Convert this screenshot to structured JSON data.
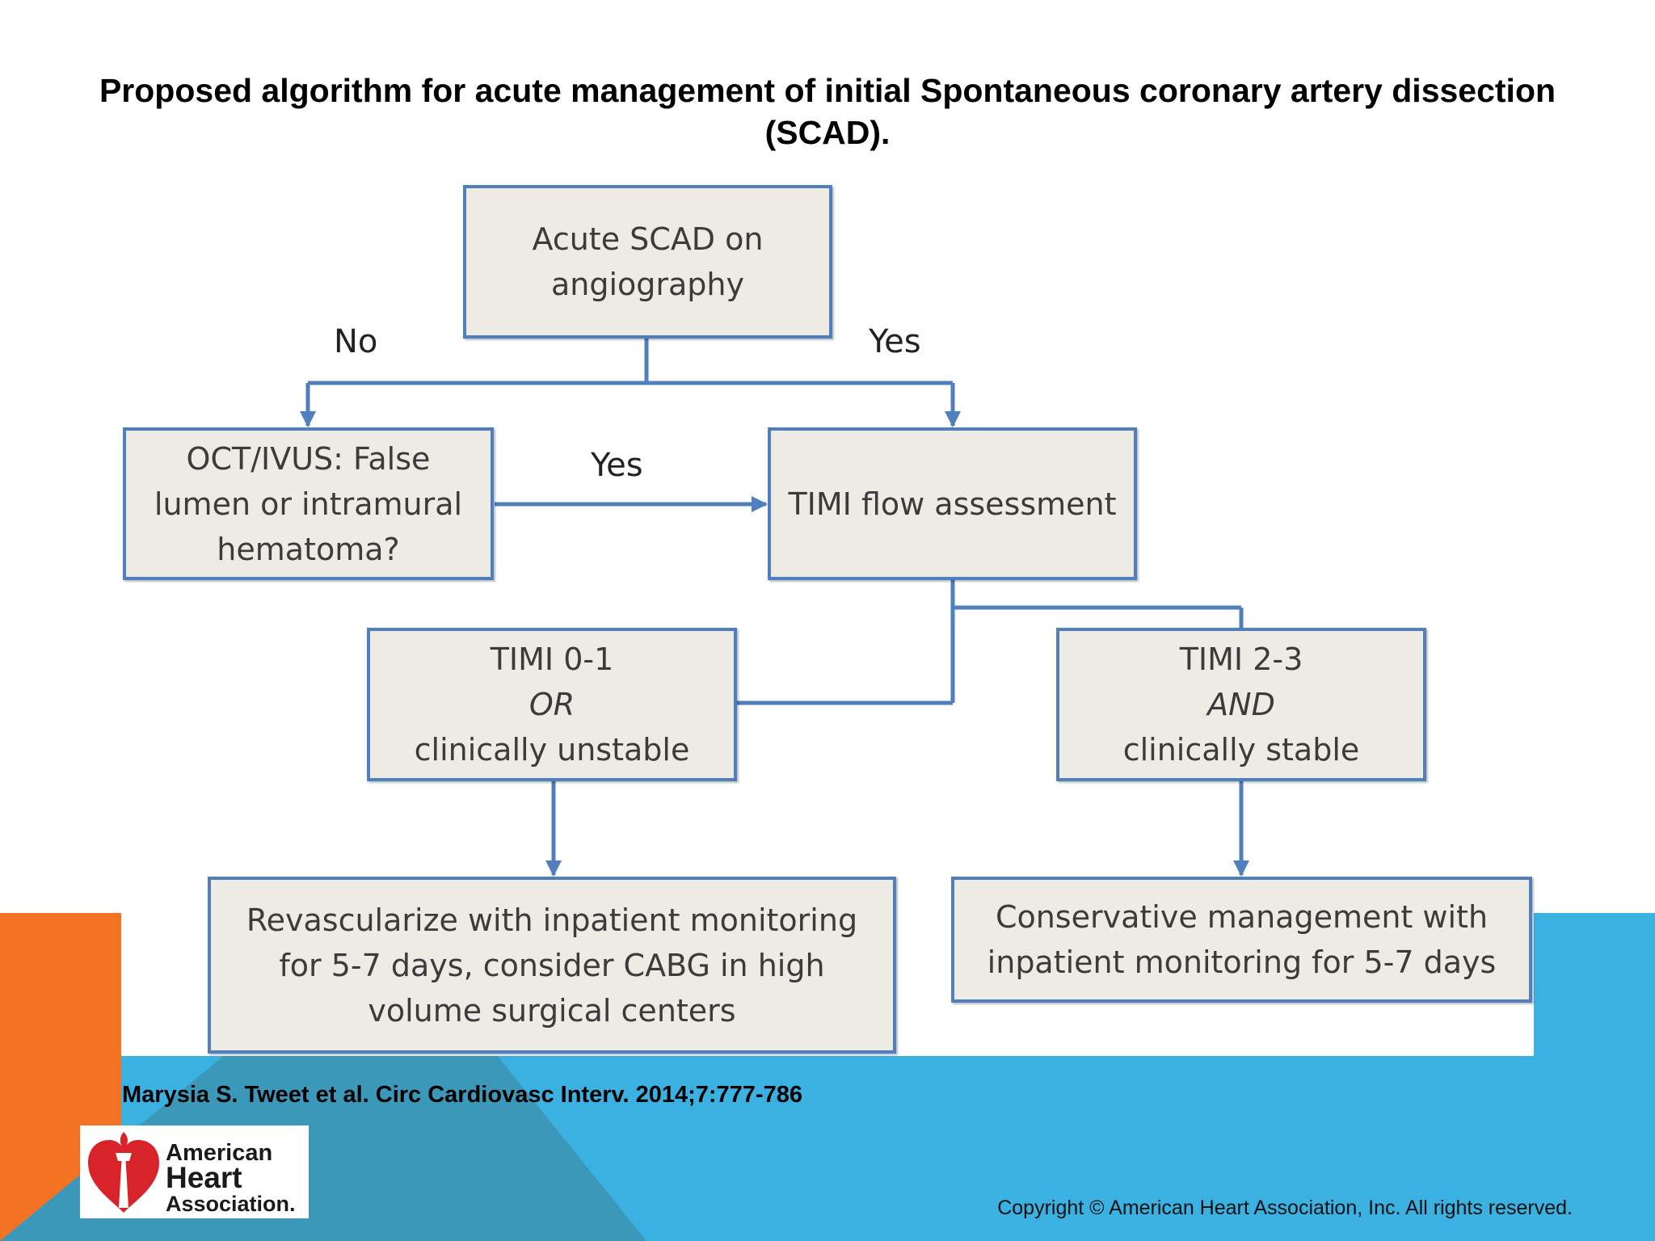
{
  "title": "Proposed algorithm for acute management of initial Spontaneous coronary artery dissection (SCAD).",
  "nodes": {
    "acute_scad": {
      "line1": "Acute SCAD on",
      "line2": "angiography"
    },
    "oct_ivus": {
      "line1": "OCT/IVUS:  False",
      "line2": "lumen or intramural",
      "line3": "hematoma?"
    },
    "timi_flow": {
      "line1": "TIMI flow assessment"
    },
    "timi_01": {
      "line1": "TIMI 0-1",
      "line2": "OR",
      "line3": "clinically unstable"
    },
    "timi_23": {
      "line1": "TIMI 2-3",
      "line2": "AND",
      "line3": "clinically stable"
    },
    "revascularize": {
      "line1": "Revascularize  with inpatient monitoring",
      "line2": "for 5-7 days, consider CABG in high",
      "line3": "volume surgical centers"
    },
    "conservative": {
      "line1": "Conservative  management with",
      "line2": "inpatient monitoring for 5-7 days"
    }
  },
  "edges": {
    "no_label": "No",
    "yes_label_top": "Yes",
    "yes_label_mid": "Yes"
  },
  "citation": "Marysia S. Tweet et al. Circ Cardiovasc Interv. 2014;7:777-786",
  "logo": {
    "line1": "American",
    "line2": "Heart",
    "line3": "Association."
  },
  "copyright": "Copyright © American Heart Association, Inc. All rights reserved.",
  "colors": {
    "orange": "#f47323",
    "blue": "#3bb1e2",
    "box_fill": "#eeebe4",
    "box_border": "#4f7fbd",
    "heart_red": "#d8232a"
  }
}
